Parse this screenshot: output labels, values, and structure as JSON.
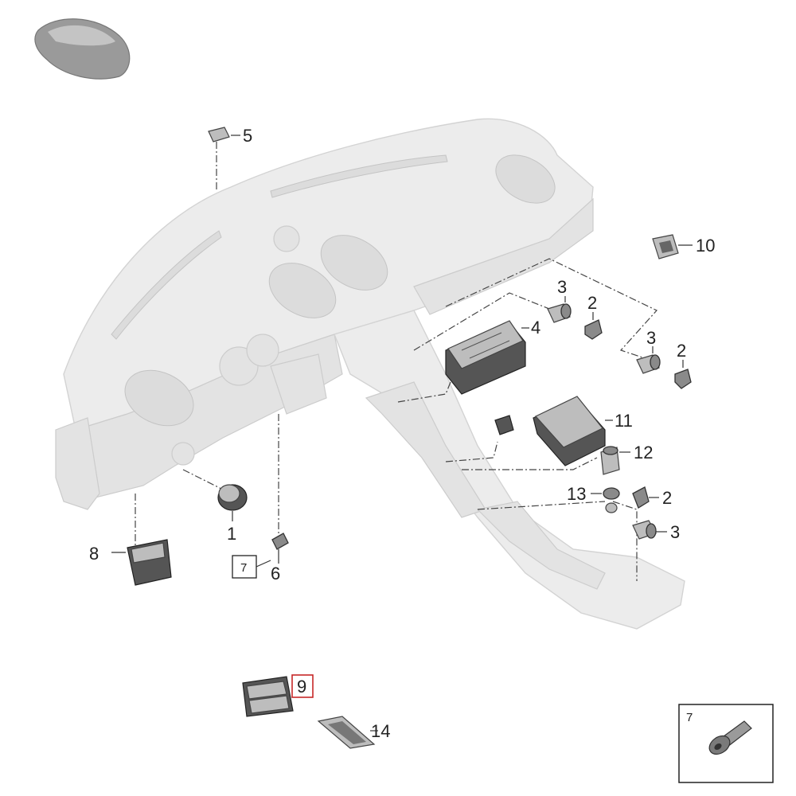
{
  "callouts": [
    {
      "id": "c1",
      "number": "1"
    },
    {
      "id": "c2a",
      "number": "2"
    },
    {
      "id": "c2b",
      "number": "2"
    },
    {
      "id": "c2c",
      "number": "2"
    },
    {
      "id": "c3a",
      "number": "3"
    },
    {
      "id": "c3b",
      "number": "3"
    },
    {
      "id": "c3c",
      "number": "3"
    },
    {
      "id": "c4",
      "number": "4"
    },
    {
      "id": "c5",
      "number": "5"
    },
    {
      "id": "c6",
      "number": "6"
    },
    {
      "id": "c6box",
      "number": "7"
    },
    {
      "id": "c8",
      "number": "8"
    },
    {
      "id": "c9",
      "number": "9"
    },
    {
      "id": "c10",
      "number": "10"
    },
    {
      "id": "c11",
      "number": "11"
    },
    {
      "id": "c12",
      "number": "12"
    },
    {
      "id": "c13",
      "number": "13"
    },
    {
      "id": "c14",
      "number": "14"
    }
  ],
  "inset": {
    "number": "7"
  },
  "colors": {
    "highlight": "#c62828",
    "ghost": "#ececec",
    "part": "#8a8a8a"
  }
}
